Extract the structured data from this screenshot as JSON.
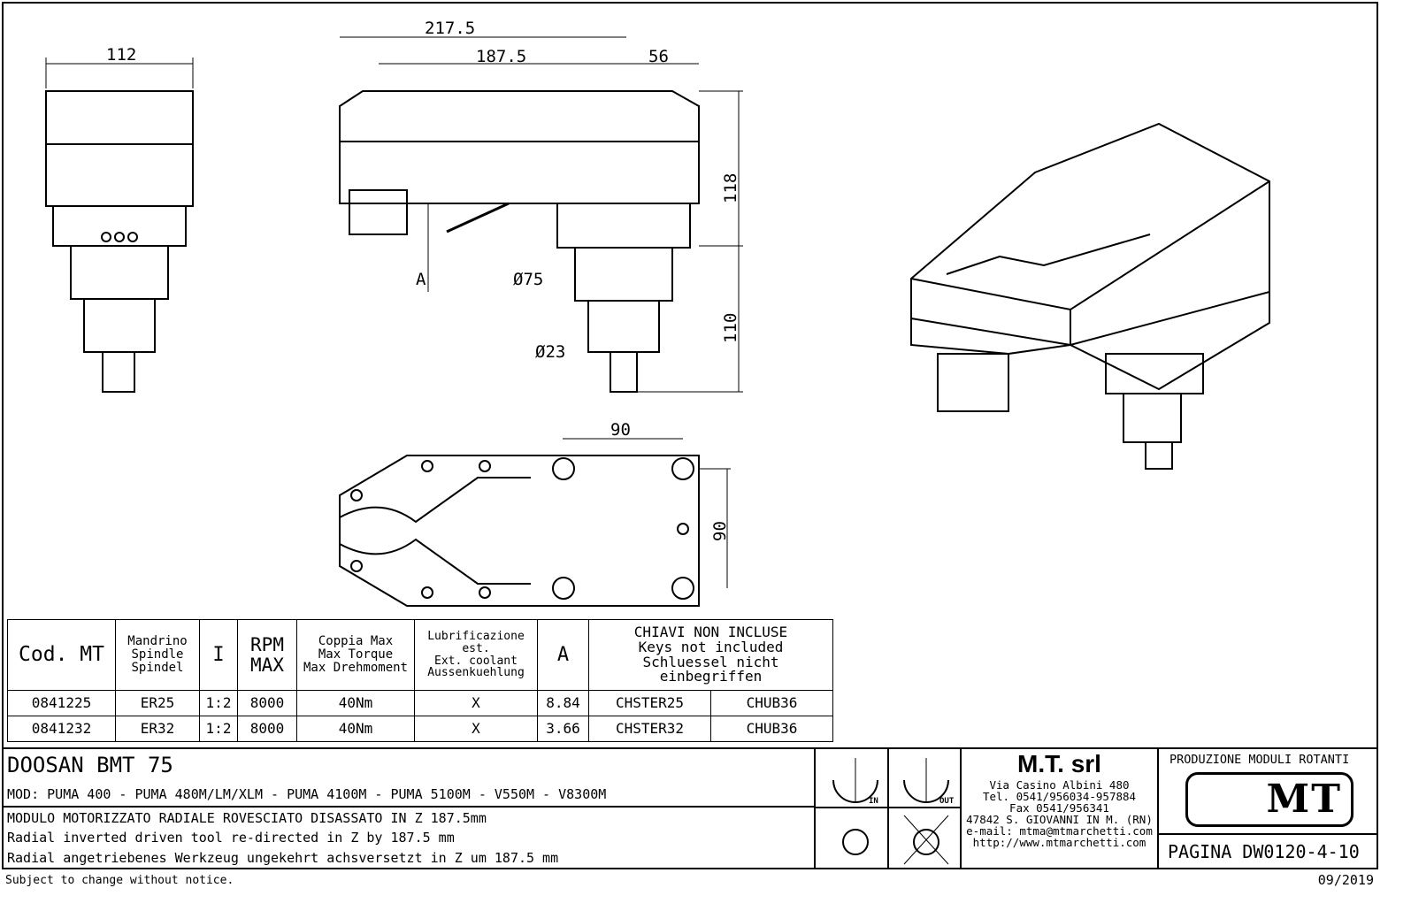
{
  "drawing": {
    "dimensions": {
      "side_width": "112",
      "total_length": "217.5",
      "offset": "187.5",
      "body_width": "56",
      "height_top": "118",
      "height_bottom": "110",
      "dia_75": "Ø75",
      "dia_23": "Ø23",
      "a_label": "A",
      "bottom_width": "90",
      "bottom_height": "90"
    }
  },
  "table": {
    "headers": {
      "code": "Cod. MT",
      "spindle": [
        "Mandrino",
        "Spindle",
        "Spindel"
      ],
      "ratio": "I",
      "rpm": [
        "RPM",
        "MAX"
      ],
      "torque": [
        "Coppia Max",
        "Max Torque",
        "Max Drehmoment"
      ],
      "coolant": [
        "Lubrificazione est.",
        "Ext. coolant",
        "Aussenkuehlung"
      ],
      "a": "A",
      "keys": [
        "CHIAVI NON INCLUSE",
        "Keys not included",
        "Schluessel nicht einbegriffen"
      ]
    },
    "rows": [
      {
        "code": "0841225",
        "spindle": "ER25",
        "ratio": "1:2",
        "rpm": "8000",
        "torque": "40Nm",
        "coolant": "X",
        "a": "8.84",
        "key1": "CHSTER25",
        "key2": "CHUB36"
      },
      {
        "code": "0841232",
        "spindle": "ER32",
        "ratio": "1:2",
        "rpm": "8000",
        "torque": "40Nm",
        "coolant": "X",
        "a": "3.66",
        "key1": "CHSTER32",
        "key2": "CHUB36"
      }
    ]
  },
  "title": {
    "machine": "DOOSAN  BMT 75",
    "models": "MOD: PUMA 400 - PUMA 480M/LM/XLM - PUMA 4100M - PUMA 5100M - V550M - V8300M",
    "desc_it": "MODULO MOTORIZZATO RADIALE ROVESCIATO DISASSATO IN Z 187.5mm",
    "desc_en": "Radial inverted driven tool re-directed in Z by 187.5 mm",
    "desc_de": "Radial angetriebenes Werkzeug ungekehrt achsversetzt in Z um 187.5 mm"
  },
  "rotation": {
    "in": "IN",
    "out": "OUT"
  },
  "company": {
    "name": "M.T. srl",
    "address": "Via Casino Albini 480",
    "tel": "Tel. 0541/956034-957884",
    "fax": "Fax 0541/956341",
    "city": "47842 S. GIOVANNI IN M. (RN)",
    "email": "e-mail: mtma@mtmarchetti.com",
    "web": "http://www.mtmarchetti.com"
  },
  "brand": {
    "header": "PRODUZIONE MODULI ROTANTI",
    "logo": "MT",
    "page": "PAGINA DW0120-4-10"
  },
  "footer": {
    "notice": "Subject to change without notice.",
    "date": "09/2019"
  }
}
